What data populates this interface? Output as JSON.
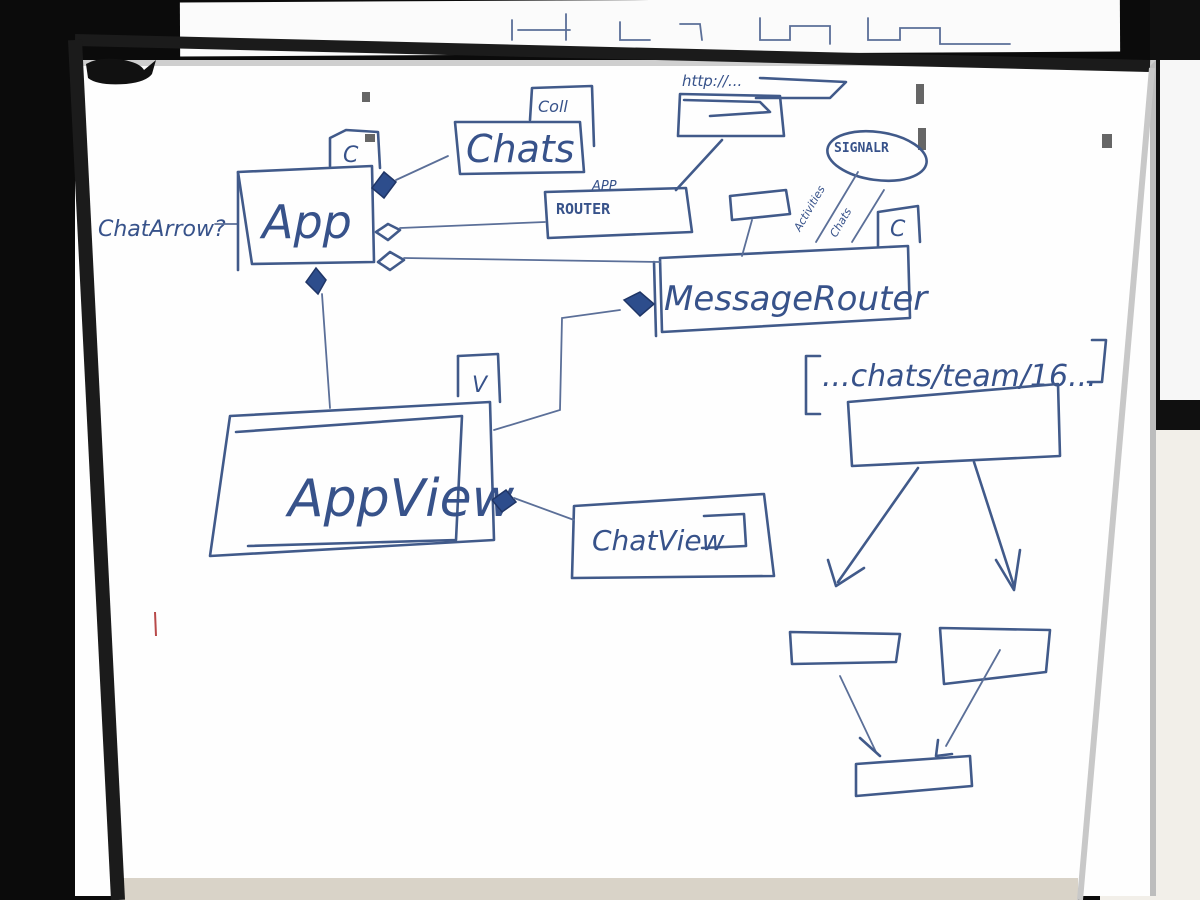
{
  "board_labels": {
    "chat_arrow": "ChatArrow?",
    "app": "App",
    "app_stereotype": "C",
    "chats": "Chats",
    "chats_tag": "Coll",
    "app_router_top": "APP",
    "app_router": "ROUTER",
    "http_note": "http://...",
    "message_router": "MessageRouter",
    "message_router_stereotype": "C",
    "signal": "SIGNALR",
    "activities": "Activities",
    "chats_side": "Chats",
    "app_view": "AppView",
    "app_view_stereotype": "V",
    "chat_view": "ChatView",
    "url_path": "...chats/team/16..."
  },
  "colors": {
    "ink": "#415a8a",
    "board": "#fefefe",
    "frame": "#1a1a1a"
  }
}
